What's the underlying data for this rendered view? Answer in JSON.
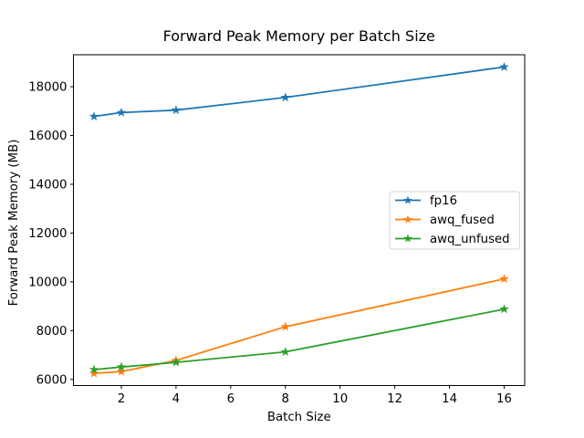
{
  "chart_data": {
    "type": "line",
    "title": "Forward Peak Memory per Batch Size",
    "xlabel": "Batch Size",
    "ylabel": "Forward Peak Memory (MB)",
    "x": [
      1,
      2,
      4,
      8,
      16
    ],
    "series": [
      {
        "name": "fp16",
        "color": "#1f77b4",
        "marker": "star",
        "values": [
          16780,
          16940,
          17040,
          17560,
          18810
        ]
      },
      {
        "name": "awq_fused",
        "color": "#ff7f0e",
        "marker": "star",
        "values": [
          6250,
          6320,
          6780,
          8160,
          10120
        ]
      },
      {
        "name": "awq_unfused",
        "color": "#2ca02c",
        "marker": "star",
        "values": [
          6400,
          6510,
          6700,
          7130,
          8880
        ]
      }
    ],
    "xticks": [
      2,
      4,
      6,
      8,
      10,
      12,
      14,
      16
    ],
    "yticks": [
      6000,
      8000,
      10000,
      12000,
      14000,
      16000,
      18000
    ],
    "xlim": [
      0.25,
      16.75
    ],
    "ylim": [
      5750,
      19310
    ],
    "grid": false,
    "legend_position": "center right",
    "frame_color": "#000000",
    "background_color": "#ffffff",
    "legend_border_color": "#d5d5d5"
  }
}
